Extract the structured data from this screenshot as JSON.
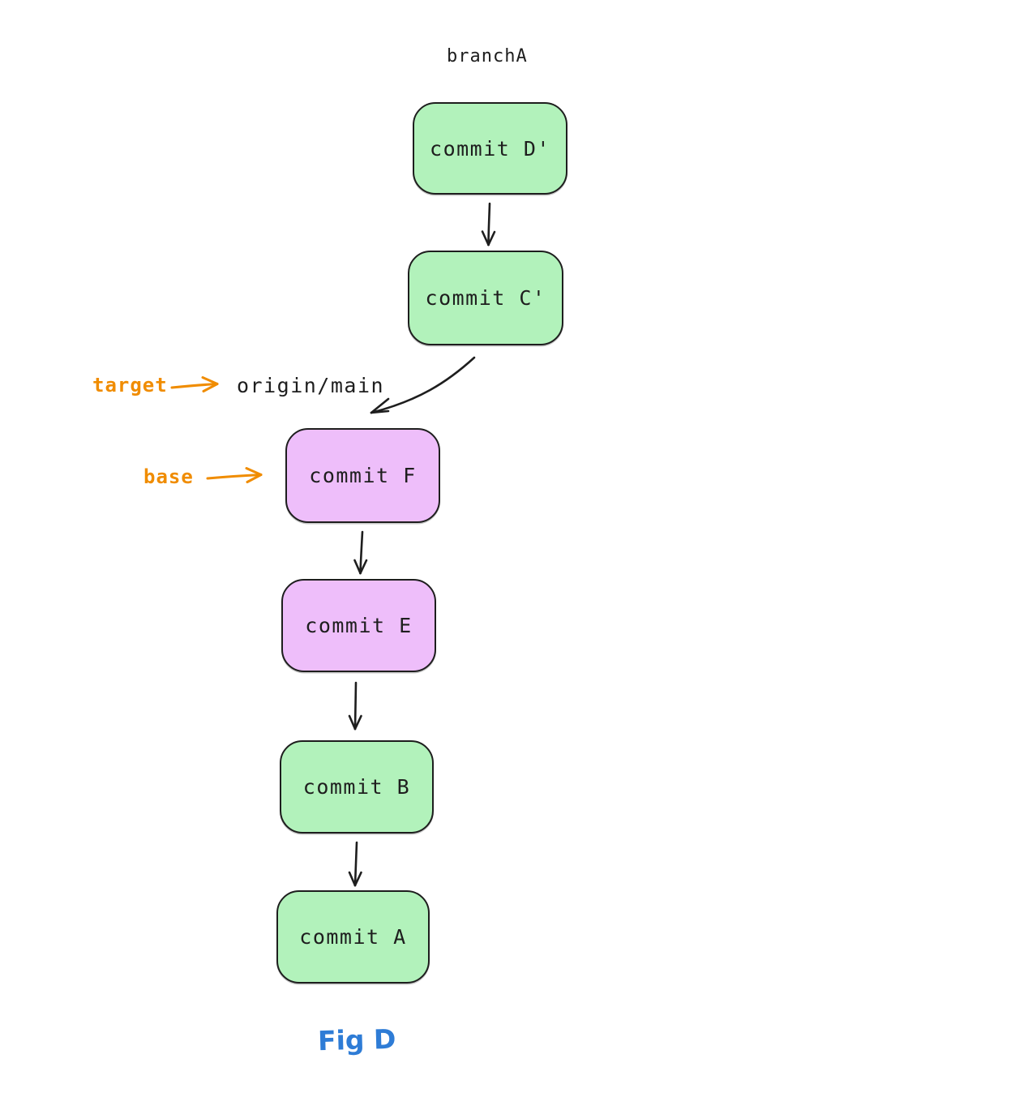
{
  "figure": {
    "branch_label": "branchA",
    "ref_label": "origin/main",
    "annotation_target": "target",
    "annotation_base": "base",
    "fig_caption": "Fig D",
    "nodes": [
      {
        "id": "commit-d-prime",
        "label": "commit D'",
        "color": "green"
      },
      {
        "id": "commit-c-prime",
        "label": "commit C'",
        "color": "green"
      },
      {
        "id": "commit-f",
        "label": "commit F",
        "color": "purple"
      },
      {
        "id": "commit-e",
        "label": "commit E",
        "color": "purple"
      },
      {
        "id": "commit-b",
        "label": "commit B",
        "color": "green"
      },
      {
        "id": "commit-a",
        "label": "commit A",
        "color": "green"
      }
    ],
    "edges": [
      {
        "from": "commit D'",
        "to": "commit C'"
      },
      {
        "from": "commit C'",
        "to": "commit F (origin/main)"
      },
      {
        "from": "commit F",
        "to": "commit E"
      },
      {
        "from": "commit E",
        "to": "commit B"
      },
      {
        "from": "commit B",
        "to": "commit A"
      },
      {
        "from": "target",
        "to": "origin/main"
      },
      {
        "from": "base",
        "to": "commit F"
      }
    ],
    "colors": {
      "node_green": "#b2f2bb",
      "node_purple": "#eebefa",
      "stroke": "#1e1e1e",
      "annotation_orange": "#f08c00",
      "caption_blue": "#2e7cd6",
      "background": "#ffffff"
    }
  }
}
